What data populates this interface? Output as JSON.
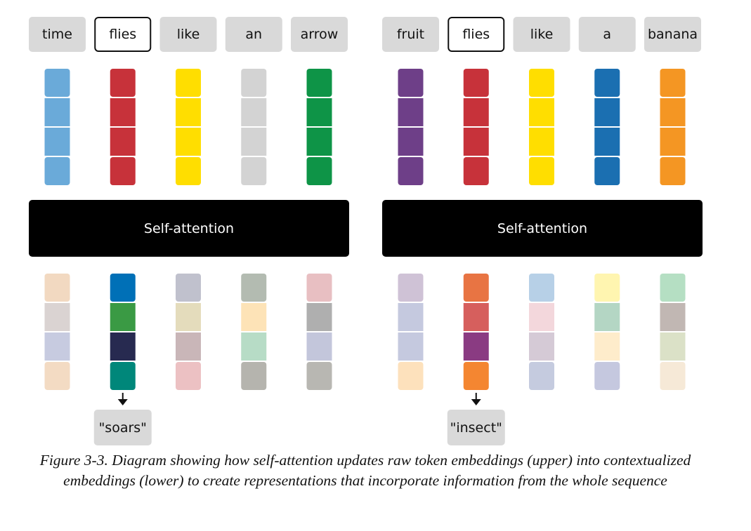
{
  "panels": [
    {
      "tokens": [
        "time",
        "flies",
        "like",
        "an",
        "arrow"
      ],
      "highlight_index": 1,
      "block_label": "Self-attention",
      "output_label": "\"soars\"",
      "raw_colors": [
        "#6aaad9",
        "#c7323a",
        "#ffde00",
        "#d3d3d3",
        "#0e9447"
      ],
      "context_colors": [
        [
          "#f2d9c1",
          "#dad3d2",
          "#c7cbe0",
          "#f3dbc3"
        ],
        [
          "#0070b7",
          "#3a9a44",
          "#272a50",
          "#00877a"
        ],
        [
          "#c0c1cd",
          "#e4dcbc",
          "#c9b6b8",
          "#ecc1c3"
        ],
        [
          "#b3bbb1",
          "#fde3b7",
          "#b7dcc6",
          "#b5b4ae"
        ],
        [
          "#e8bfc2",
          "#afafaf",
          "#c3c6db",
          "#b8b7b2"
        ]
      ]
    },
    {
      "tokens": [
        "fruit",
        "flies",
        "like",
        "a",
        "banana"
      ],
      "highlight_index": 1,
      "block_label": "Self-attention",
      "output_label": "\"insect\"",
      "raw_colors": [
        "#6e3f88",
        "#c7323a",
        "#ffde00",
        "#1b6fb1",
        "#f49623"
      ],
      "context_colors": [
        [
          "#cfc2d6",
          "#c5c9df",
          "#c5c9df",
          "#fde1bc"
        ],
        [
          "#e87443",
          "#d65f5d",
          "#8a3b82",
          "#f48631"
        ],
        [
          "#b7d0e7",
          "#f3d7dc",
          "#d5cad6",
          "#c5cbdf"
        ],
        [
          "#fff5b0",
          "#b4d6c4",
          "#feeccb",
          "#c5c8df"
        ],
        [
          "#b5dfc3",
          "#c1b7b3",
          "#dbe1c7",
          "#f6e9d7"
        ]
      ]
    }
  ],
  "caption": "Figure 3-3. Diagram showing how self-attention updates raw token embeddings (upper) into contextualized embeddings (lower) to create representations that incorporate information from the whole sequence"
}
